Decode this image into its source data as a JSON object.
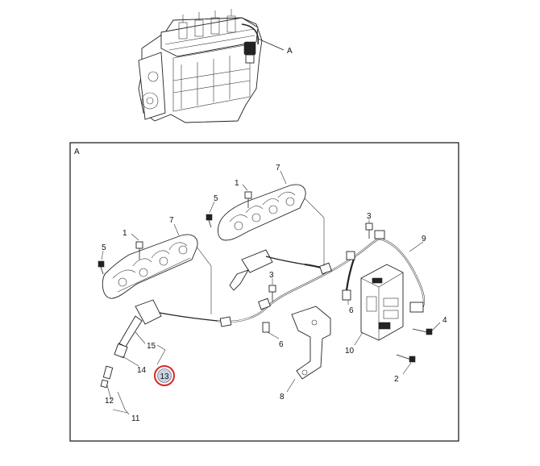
{
  "diagram": {
    "detail_letter": "A",
    "engine_callout": "A",
    "highlighted_callout": "13",
    "highlight_color": "#d62828",
    "highlight_fill": "#c8d4e3",
    "callouts": [
      "1",
      "1",
      "2",
      "3",
      "3",
      "4",
      "5",
      "5",
      "6",
      "6",
      "7",
      "7",
      "8",
      "9",
      "10",
      "11",
      "12",
      "13",
      "14",
      "15"
    ]
  }
}
